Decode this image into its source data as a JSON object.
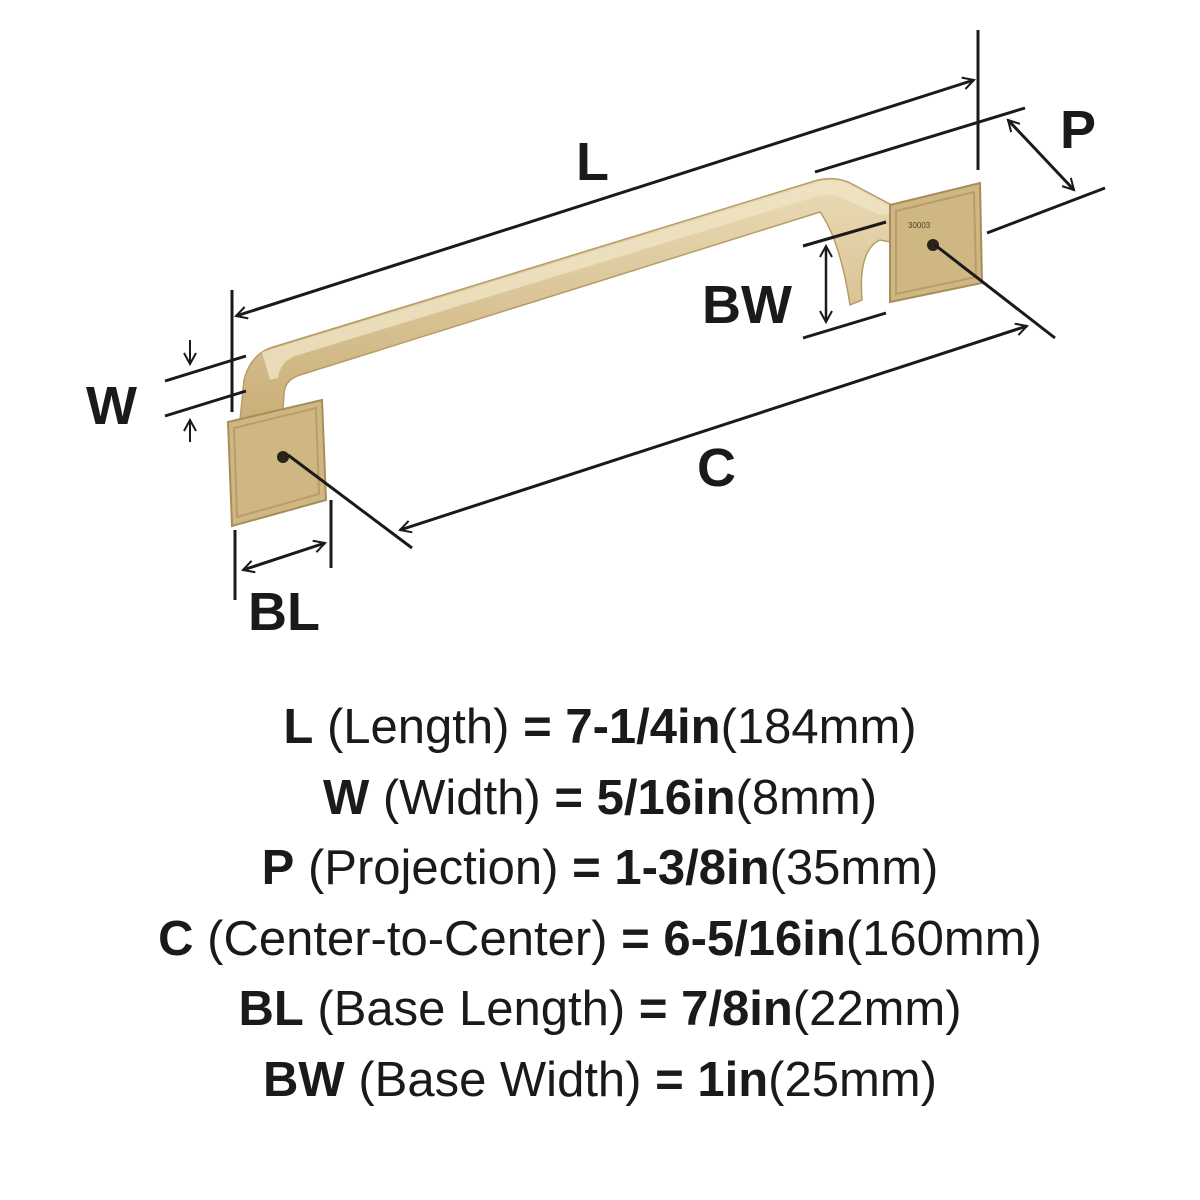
{
  "diagram": {
    "labels": {
      "L": "L",
      "W": "W",
      "P": "P",
      "BW": "BW",
      "C": "C",
      "BL": "BL"
    },
    "finish_color": "#d8c194",
    "line_color": "#1a1a1a"
  },
  "specs": [
    {
      "key": "L",
      "desc": "(Length)",
      "eq": "=",
      "imperial": "7-1/4in",
      "metric": "(184mm)"
    },
    {
      "key": "W",
      "desc": "(Width)",
      "eq": "=",
      "imperial": "5/16in",
      "metric": "(8mm)"
    },
    {
      "key": "P",
      "desc": "(Projection)",
      "eq": "=",
      "imperial": "1-3/8in",
      "metric": "(35mm)"
    },
    {
      "key": "C",
      "desc": "(Center-to-Center)",
      "eq": "=",
      "imperial": "6-5/16in",
      "metric": "(160mm)"
    },
    {
      "key": "BL",
      "desc": "(Base Length)",
      "eq": "=",
      "imperial": "7/8in",
      "metric": "(22mm)"
    },
    {
      "key": "BW",
      "desc": "(Base Width)",
      "eq": "=",
      "imperial": "1in",
      "metric": "(25mm)"
    }
  ]
}
